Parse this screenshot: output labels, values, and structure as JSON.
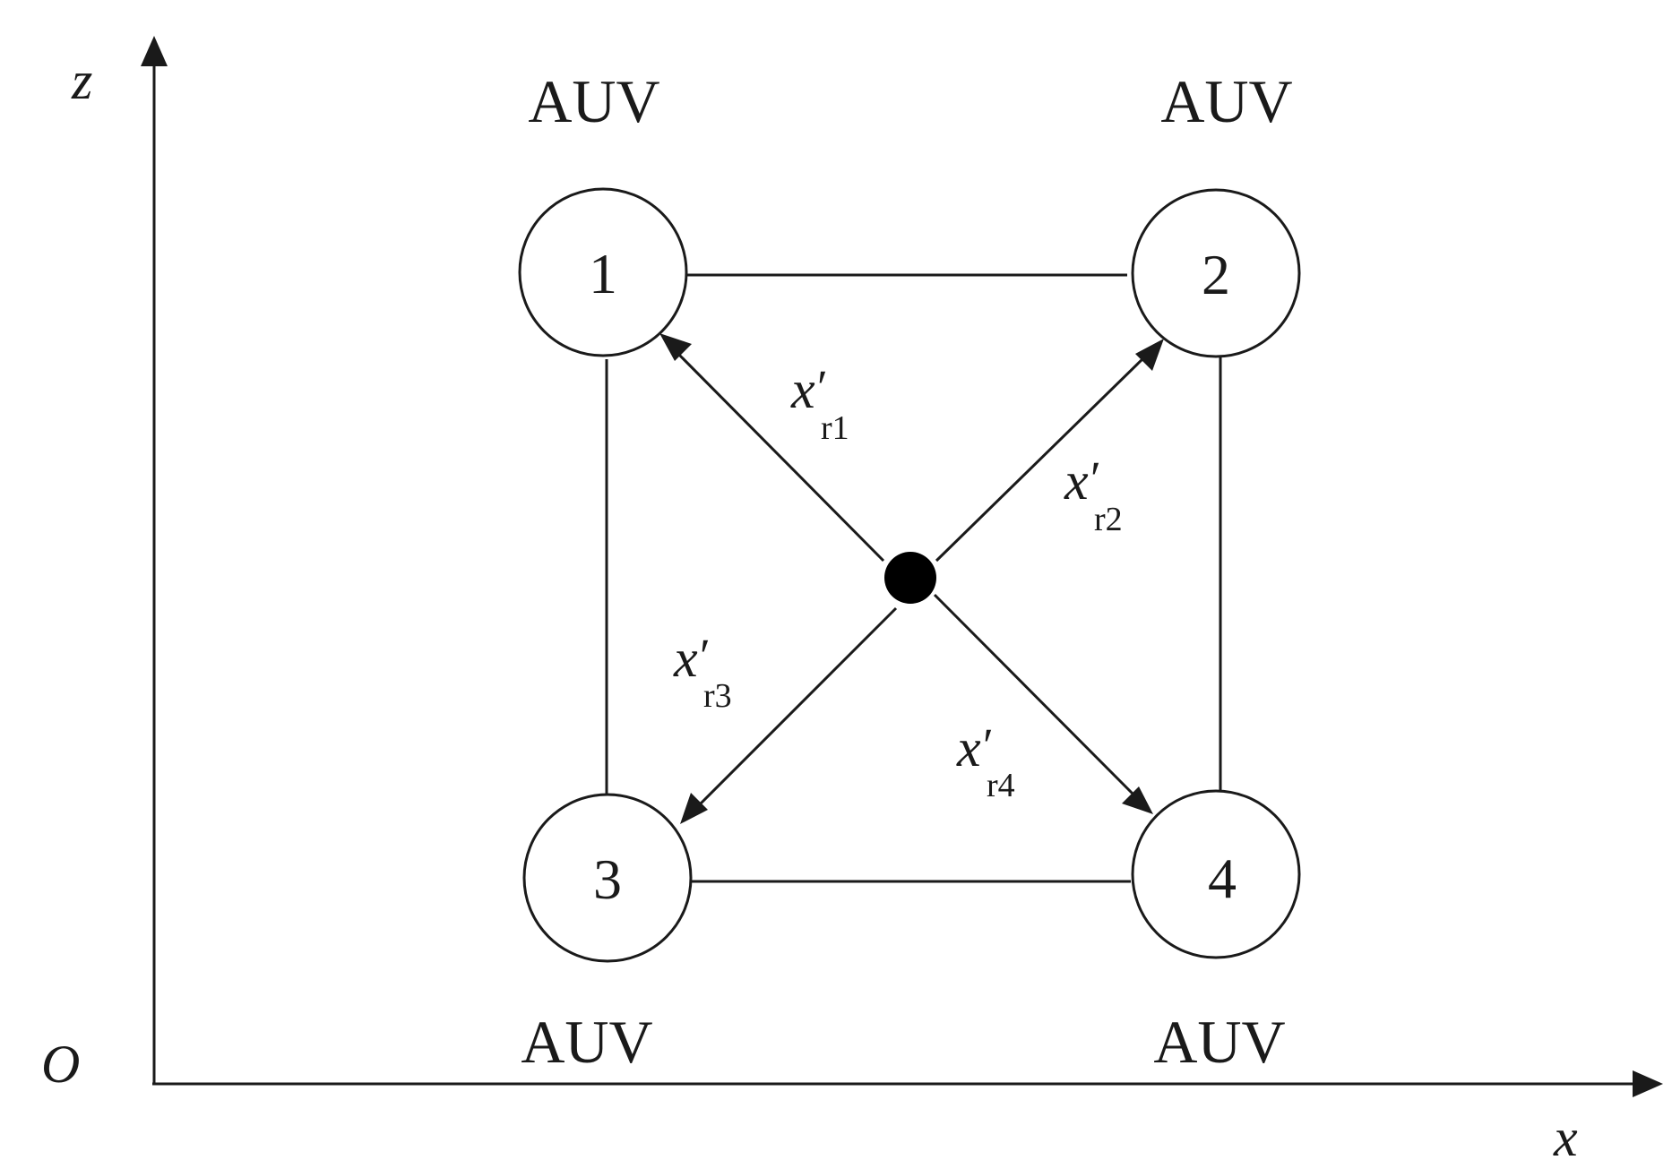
{
  "axes": {
    "origin_label": "O",
    "x_label": "x",
    "z_label": "z"
  },
  "nodes": [
    {
      "number": "1",
      "label": "AUV"
    },
    {
      "number": "2",
      "label": "AUV"
    },
    {
      "number": "3",
      "label": "AUV"
    },
    {
      "number": "4",
      "label": "AUV"
    }
  ],
  "vectors": [
    {
      "symbol": "x",
      "prime": "′",
      "subscript": "r1"
    },
    {
      "symbol": "x",
      "prime": "′",
      "subscript": "r2"
    },
    {
      "symbol": "x",
      "prime": "′",
      "subscript": "r3"
    },
    {
      "symbol": "x",
      "prime": "′",
      "subscript": "r4"
    }
  ],
  "colors": {
    "stroke": "#1a1a1a",
    "center_dot": "#000000",
    "background": "#ffffff"
  }
}
